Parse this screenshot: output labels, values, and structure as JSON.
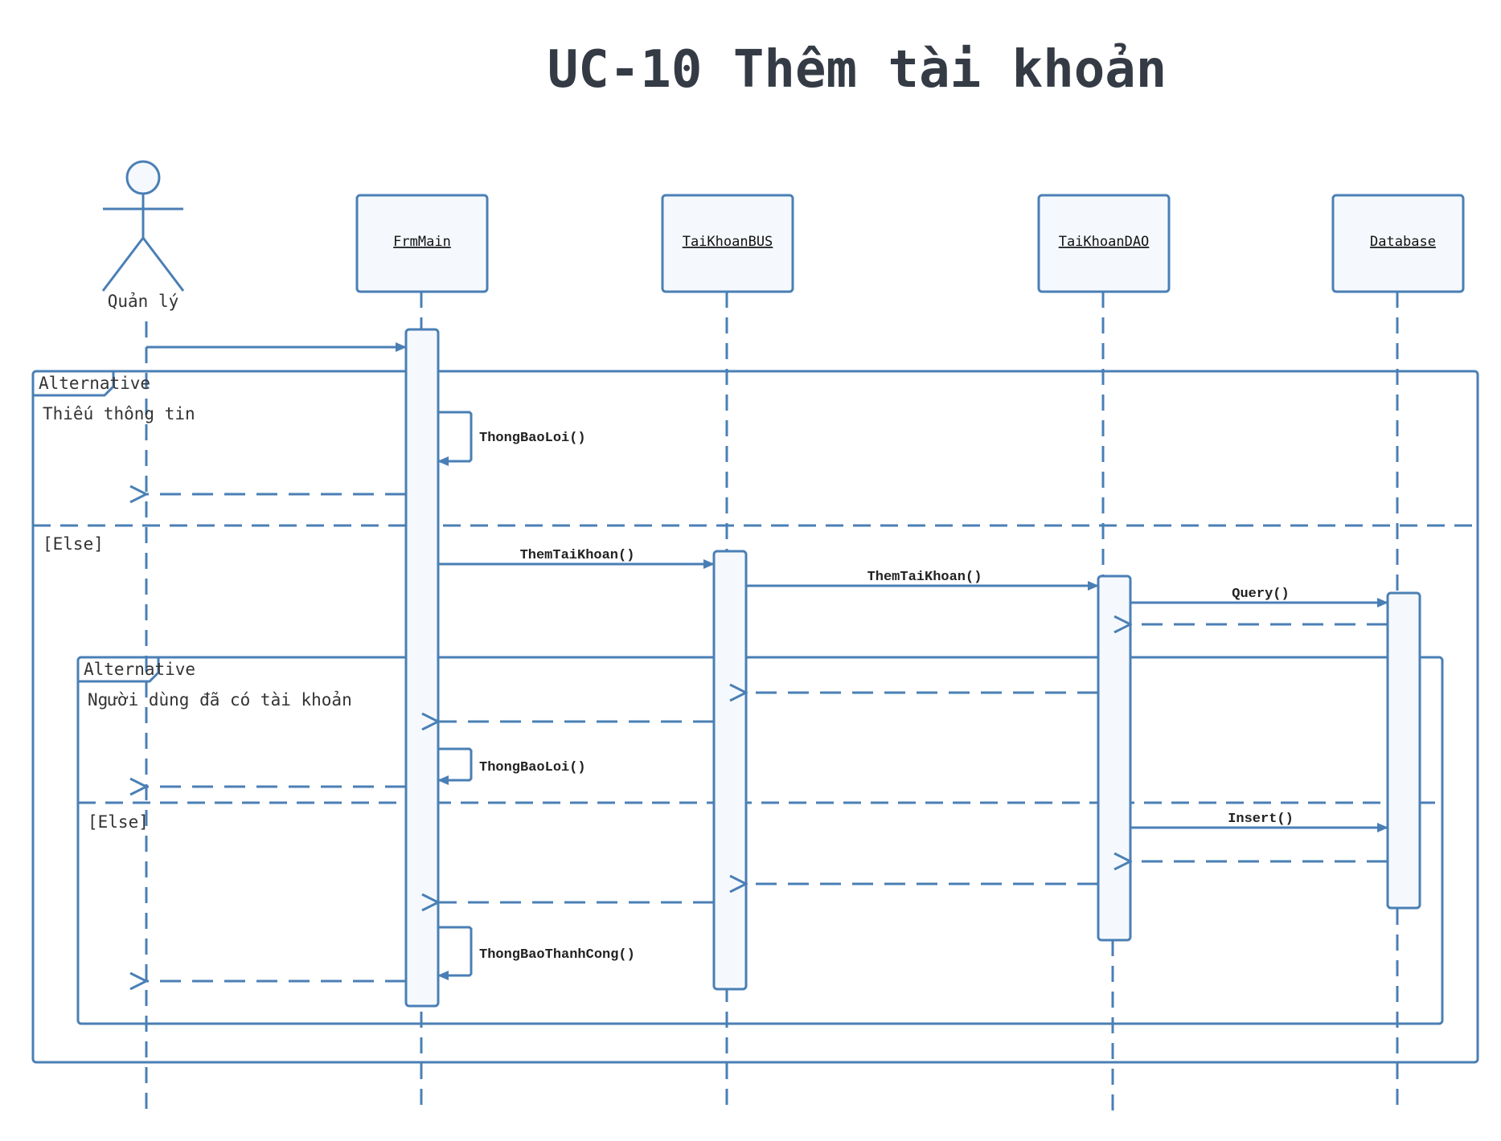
{
  "title": "UC-10 Thêm tài khoản",
  "colors": {
    "line": "#4a7fb5",
    "box_fill": "#f5f9fd",
    "title": "#343b45"
  },
  "participants": {
    "actor": {
      "label": "Quản lý",
      "icon": "actor-stick-figure-icon"
    },
    "frm_main": "FrmMain",
    "bus": "TaiKhoanBUS",
    "dao": "TaiKhoanDAO",
    "db": "Database"
  },
  "outer_frame": {
    "label": "Alternative",
    "guard1": "Thiếu thông tin",
    "guard2": "[Else]"
  },
  "inner_frame": {
    "label": "Alternative",
    "guard1": "Người dùng đã có tài khoản",
    "guard2": "[Else]"
  },
  "messages": {
    "thong_bao_loi_1": "ThongBaoLoi()",
    "them_tai_khoan_bus": "ThemTaiKhoan()",
    "them_tai_khoan_dao": "ThemTaiKhoan()",
    "query": "Query()",
    "thong_bao_loi_2": "ThongBaoLoi()",
    "insert": "Insert()",
    "thong_bao_thanh_cong": "ThongBaoThanhCong()"
  }
}
